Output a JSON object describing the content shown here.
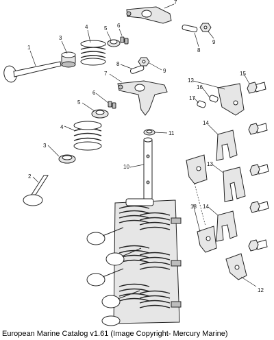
{
  "callouts": {
    "c1": "1",
    "c2": "2",
    "c3a": "3",
    "c3b": "3",
    "c4a": "4",
    "c4b": "4",
    "c5a": "5",
    "c5b": "5",
    "c6a": "6",
    "c6b": "6",
    "c7a": "7",
    "c7b": "7",
    "c8a": "8",
    "c8b": "8",
    "c9a": "9",
    "c9b": "9",
    "c10": "10",
    "c11": "11",
    "c12a": "12",
    "c12b": "12",
    "c13": "13",
    "c14a": "14",
    "c14b": "14",
    "c15": "15",
    "c16": "16",
    "c17": "17",
    "c18": "18"
  },
  "footer": "European Marine Catalog v1.61 (Image Copyright- Mercury Marine)"
}
